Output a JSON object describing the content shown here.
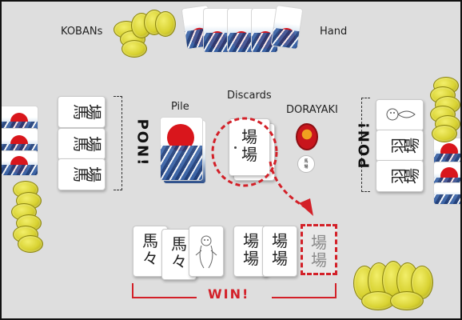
{
  "labels": {
    "kobans": "KOBANs",
    "hand": "Hand",
    "pile": "Pile",
    "discards": "Discards",
    "dorayaki": "DORAYAKI",
    "pon_left": "PON!",
    "pon_right": "PON!",
    "win": "WIN!"
  },
  "cards": {
    "baba": [
      "場",
      "場"
    ],
    "uma": [
      "馬",
      "場"
    ],
    "umauma": [
      "馬",
      "々"
    ],
    "hane": [
      "羽",
      "場"
    ]
  },
  "dorayaki_token": {
    "kanji_top": "馬",
    "kanji_bottom": "場"
  },
  "colors": {
    "highlight": "#d32028",
    "table": "#dedede",
    "coin": "#d8d232"
  },
  "icons": [
    "coin-icon",
    "wave-card-back-icon",
    "ghost-card-icon",
    "dashed-arrow-icon"
  ]
}
